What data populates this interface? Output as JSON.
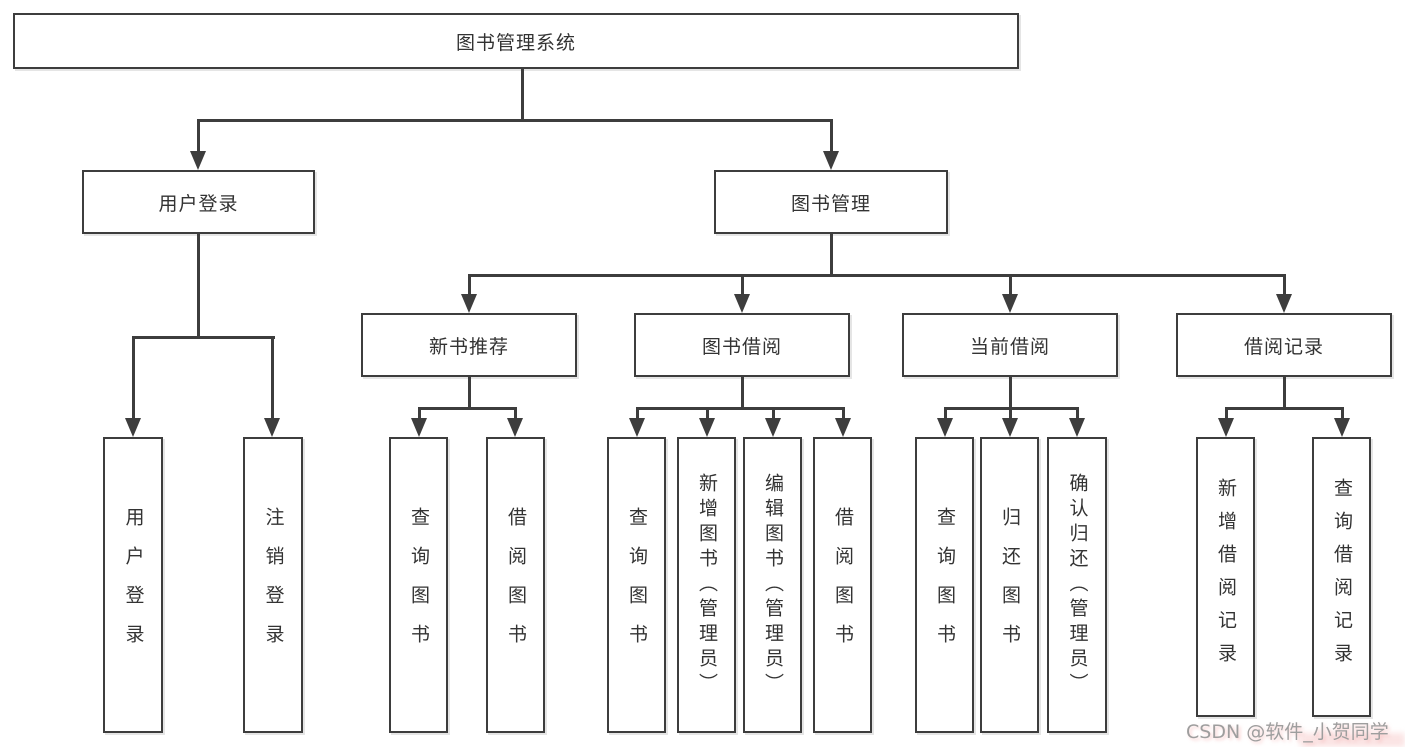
{
  "root": {
    "label": "图书管理系统"
  },
  "branches": [
    {
      "label": "用户登录",
      "children": [
        {
          "label": "用户登录"
        },
        {
          "label": "注销登录"
        }
      ]
    },
    {
      "label": "图书管理",
      "children": [
        {
          "label": "新书推荐",
          "children": [
            {
              "label": "查询图书"
            },
            {
              "label": "借阅图书"
            }
          ]
        },
        {
          "label": "图书借阅",
          "children": [
            {
              "label": "查询图书"
            },
            {
              "label": "新增图书（管理员）"
            },
            {
              "label": "编辑图书（管理员）"
            },
            {
              "label": "借阅图书"
            }
          ]
        },
        {
          "label": "当前借阅",
          "children": [
            {
              "label": "查询图书"
            },
            {
              "label": "归还图书"
            },
            {
              "label": "确认归还（管理员）"
            }
          ]
        },
        {
          "label": "借阅记录",
          "children": [
            {
              "label": "新增借阅记录"
            },
            {
              "label": "查询借阅记录"
            }
          ]
        }
      ]
    }
  ],
  "watermark": "CSDN @软件_小贺同学",
  "colors": {
    "line": "#3d3d3d",
    "box_border": "#3d3d3d",
    "text": "#333333",
    "background": "#ffffff",
    "watermark_text": "#9e9e9e"
  }
}
